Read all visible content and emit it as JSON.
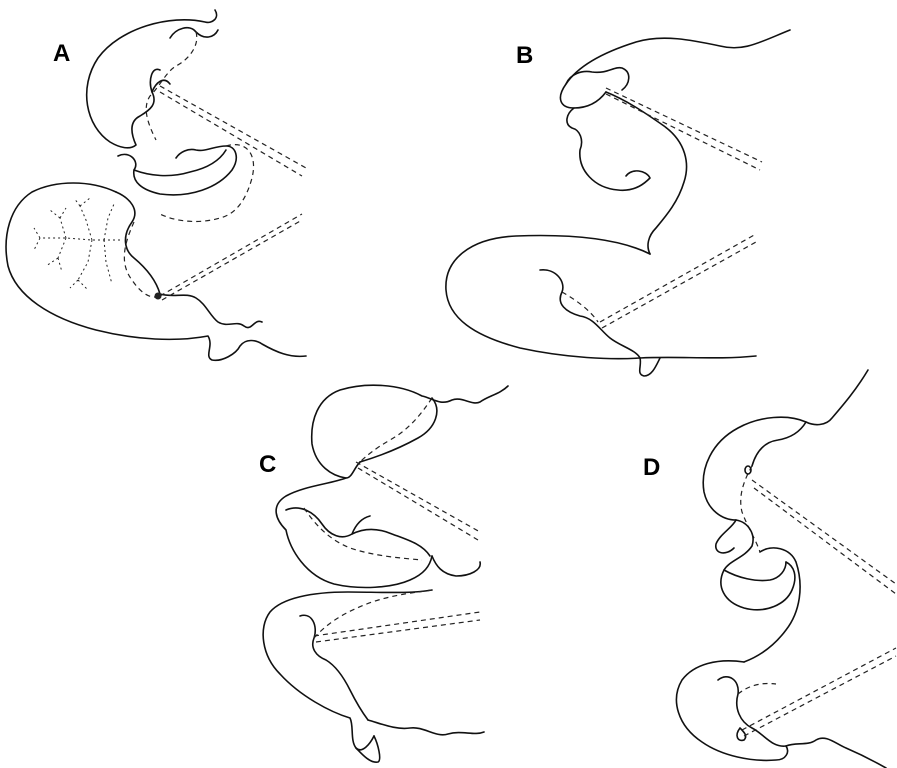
{
  "panels": [
    {
      "id": "A",
      "label": "A"
    },
    {
      "id": "B",
      "label": "B"
    },
    {
      "id": "C",
      "label": "C"
    },
    {
      "id": "D",
      "label": "D"
    }
  ],
  "colors": {
    "line": "#111111",
    "background": "#ffffff"
  }
}
